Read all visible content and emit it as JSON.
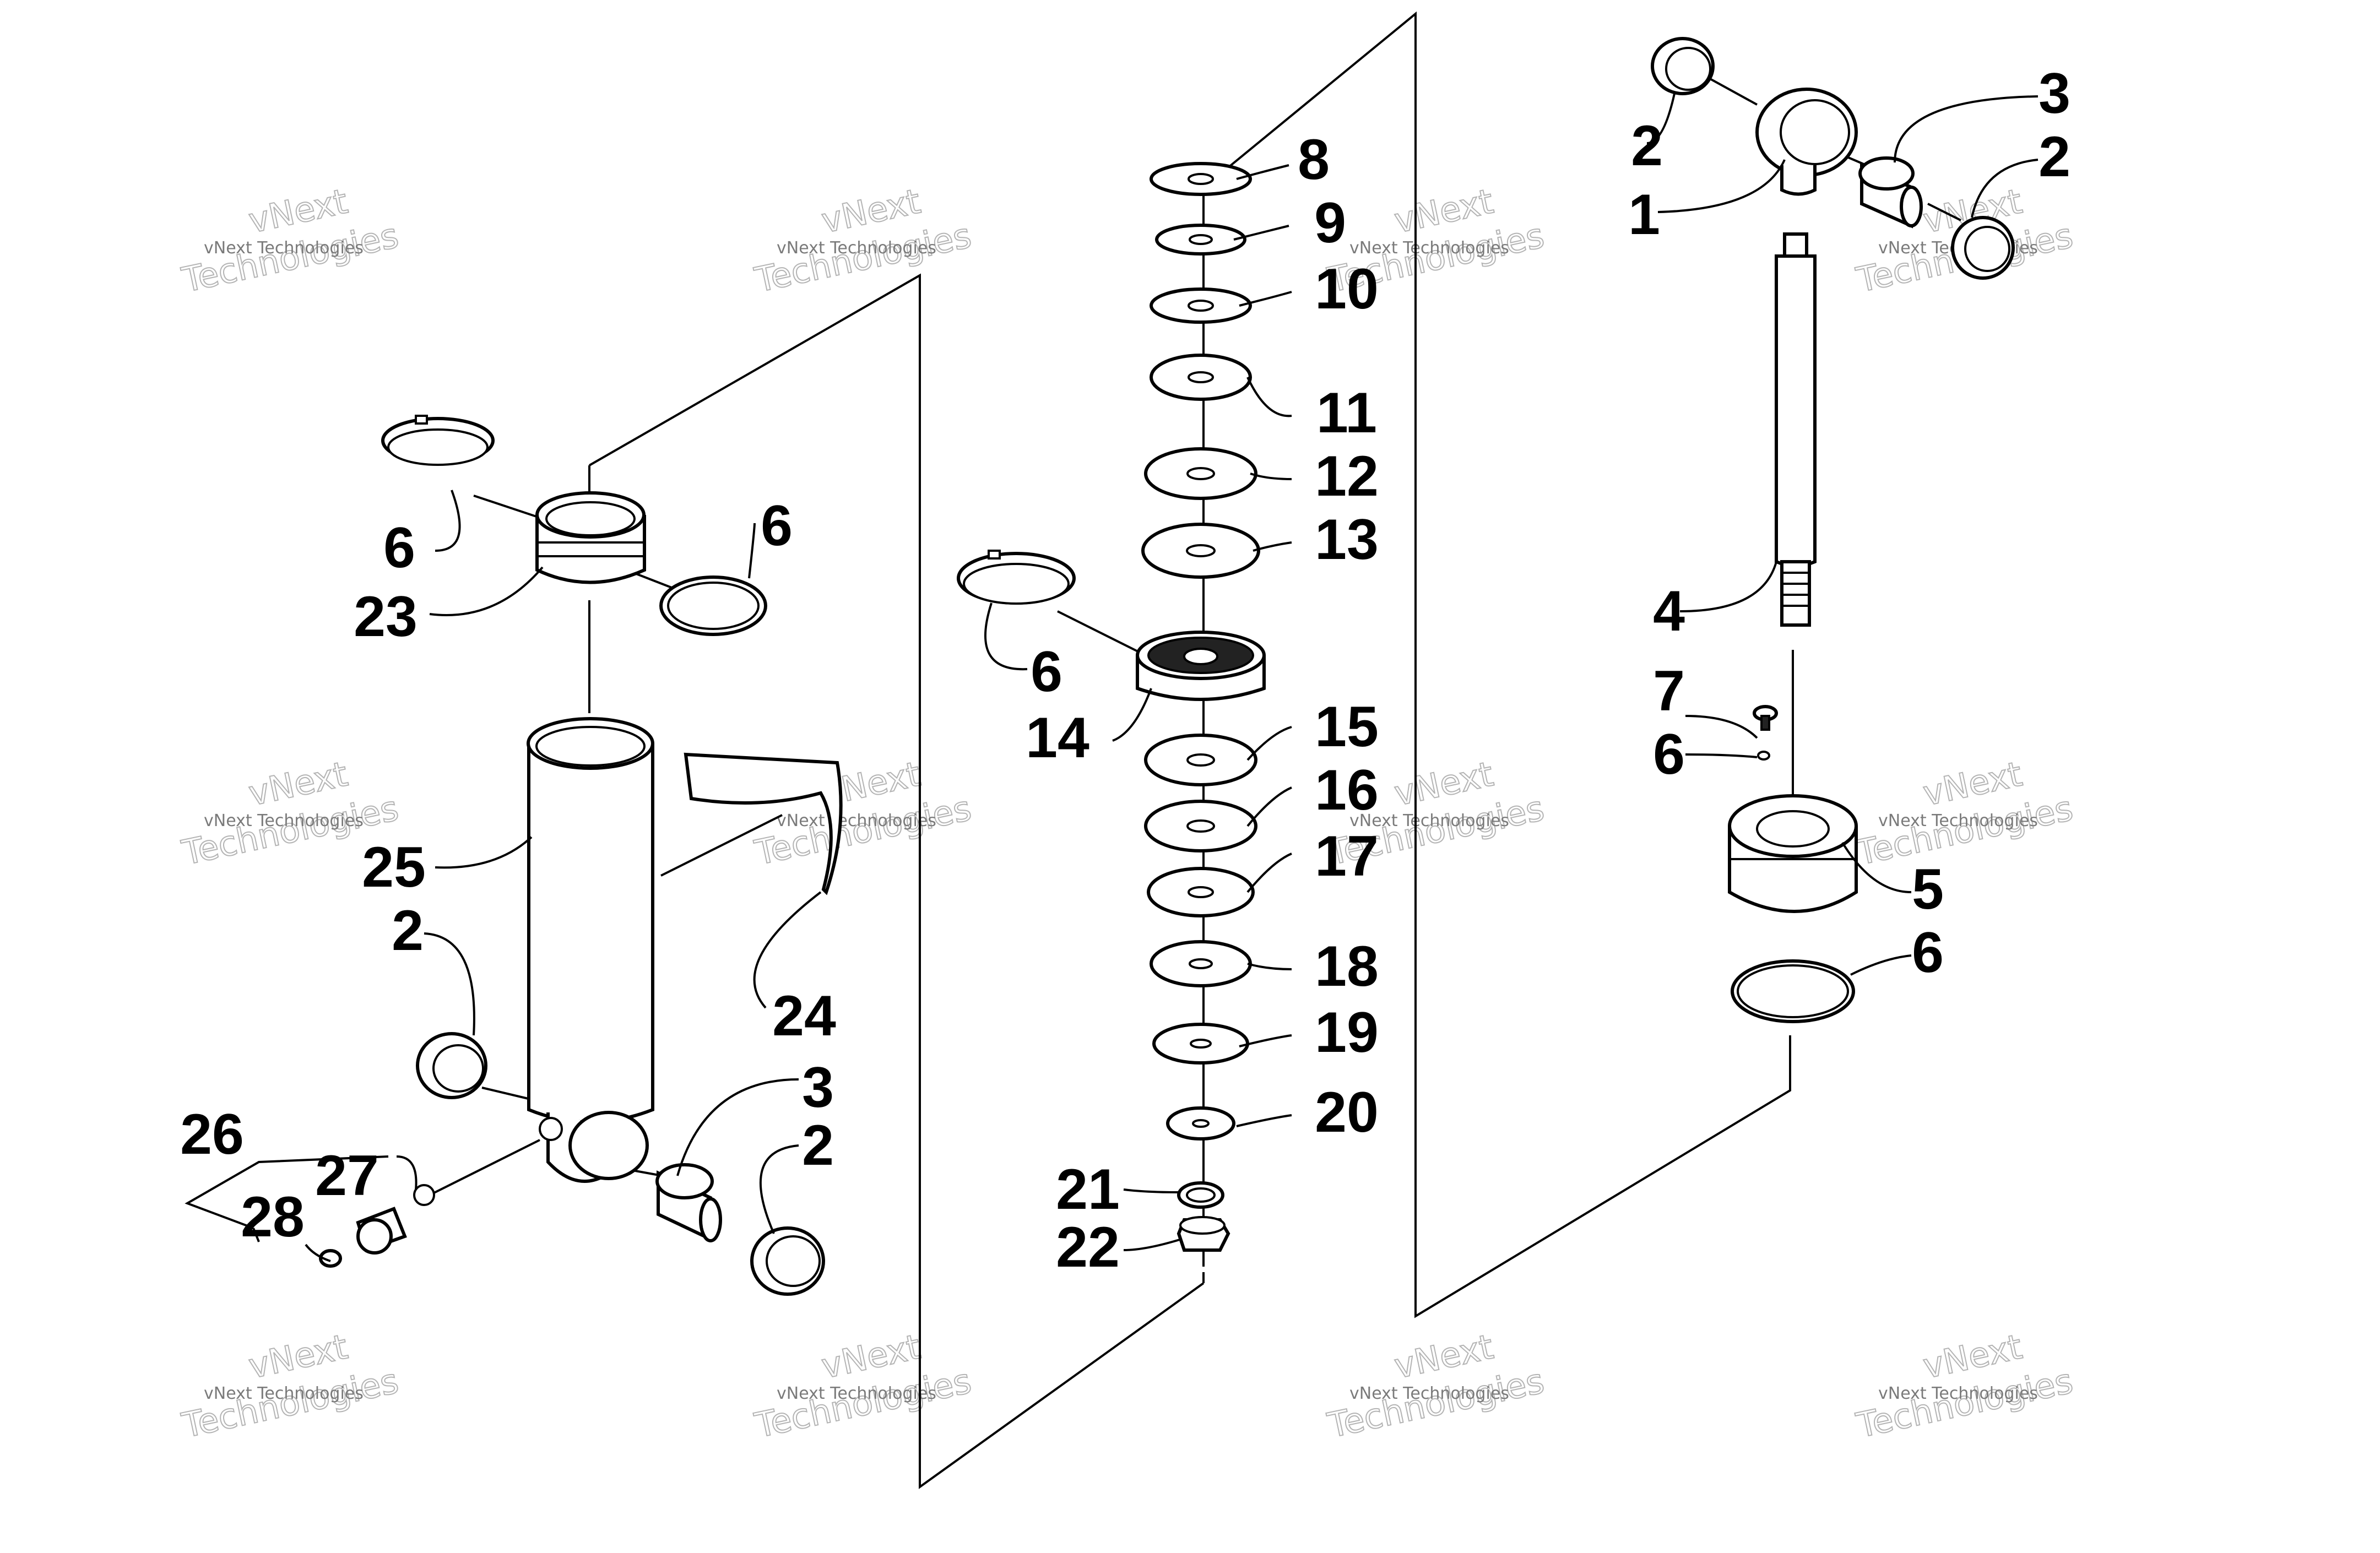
{
  "callouts": {
    "c1": "1",
    "c2a": "2",
    "c2b": "2",
    "c2c": "2",
    "c2d": "2",
    "c3a": "3",
    "c3b": "3",
    "c4": "4",
    "c5": "5",
    "c6a": "6",
    "c6b": "6",
    "c6c": "6",
    "c6d": "6",
    "c6e": "6",
    "c7": "7",
    "c8": "8",
    "c9": "9",
    "c10": "10",
    "c11": "11",
    "c12": "12",
    "c13": "13",
    "c14": "14",
    "c15": "15",
    "c16": "16",
    "c17": "17",
    "c18": "18",
    "c19": "19",
    "c20": "20",
    "c21": "21",
    "c22": "22",
    "c23": "23",
    "c24": "24",
    "c25": "25",
    "c26": "26",
    "c27": "27",
    "c28": "28"
  },
  "watermark": {
    "brand": "vNext Technologies",
    "line1": "vNext",
    "line2": "Technologies"
  }
}
